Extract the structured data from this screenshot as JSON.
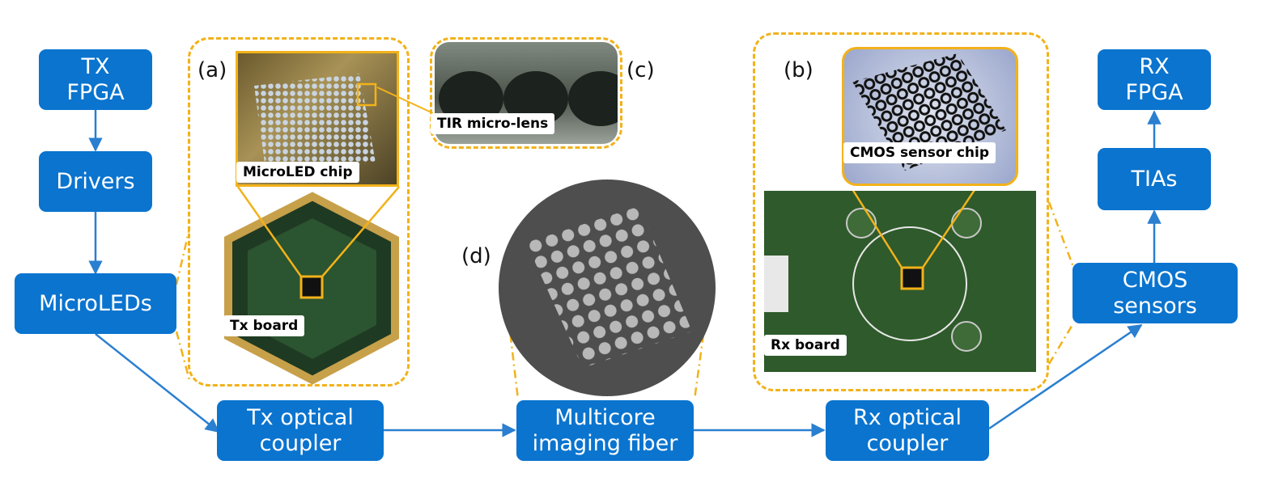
{
  "boxes": {
    "tx_fpga": [
      "TX",
      "FPGA"
    ],
    "drivers": [
      "Drivers"
    ],
    "microleds": [
      "MicroLEDs"
    ],
    "tx_coupler": [
      "Tx optical",
      "coupler"
    ],
    "fiber": [
      "Multicore",
      "imaging fiber"
    ],
    "rx_coupler": [
      "Rx optical",
      "coupler"
    ],
    "cmos_sensors": [
      "CMOS",
      "sensors"
    ],
    "tias": [
      "TIAs"
    ],
    "rx_fpga": [
      "RX",
      "FPGA"
    ]
  },
  "panel_labels": {
    "a": "(a)",
    "b": "(b)",
    "c": "(c)",
    "d": "(d)"
  },
  "photo_tags": {
    "microled_chip": "MicroLED chip",
    "tx_board": "Tx board",
    "tir_lens": "TIR micro-lens",
    "cmos_chip": "CMOS sensor chip",
    "rx_board": "Rx board"
  },
  "colors": {
    "box": "#0a74cf",
    "arrow": "#2a7fd0",
    "dashed": "#f2b21a"
  }
}
